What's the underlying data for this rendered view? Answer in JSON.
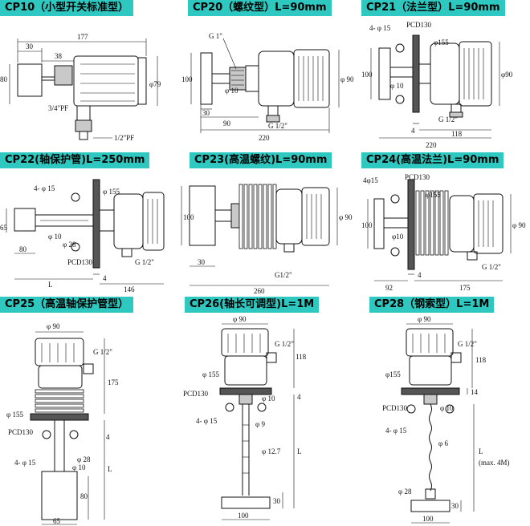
{
  "panels": [
    {
      "id": "cp10",
      "title": "CP10（小型开关标准型）",
      "dims": {
        "d177": "177",
        "d30": "30",
        "d38": "38",
        "d80": "80",
        "phi79": "φ79",
        "pf34": "3/4\"PF",
        "pf12": "1/2\"PF"
      }
    },
    {
      "id": "cp20",
      "title": "CP20（螺纹型）L=90mm",
      "dims": {
        "g1": "G 1\"",
        "phi10": "φ 10",
        "d100": "100",
        "phi90": "φ 90",
        "d30": "30",
        "d90": "90",
        "g12": "G 1/2\"",
        "d220": "220"
      }
    },
    {
      "id": "cp21",
      "title": "CP21（法兰型）L=90mm",
      "dims": {
        "hole": "4- φ 15",
        "pcd": "PCD130",
        "phi155": "φ155",
        "d100": "100",
        "phi10": "φ 10",
        "phi90": "φ90",
        "g12": "G 1/2\"",
        "d4": "4",
        "d118": "118",
        "d220": "220"
      }
    },
    {
      "id": "cp22",
      "title": "CP22(轴保护管)L=250mm",
      "dims": {
        "hole": "4- φ 15",
        "phi155": "φ 155",
        "d65": "65",
        "phi10": "φ 10",
        "phi28": "φ 28",
        "d80": "80",
        "pcd": "PCD130",
        "g12": "G 1/2\"",
        "dL": "L",
        "d4": "4",
        "d146": "146"
      }
    },
    {
      "id": "cp23",
      "title": "CP23(高温螺纹)L=90mm",
      "dims": {
        "d100": "100",
        "phi90": "φ 90",
        "d30": "30",
        "g12": "G1/2\"",
        "d260": "260"
      }
    },
    {
      "id": "cp24",
      "title": "CP24(高温法兰)L=90mm",
      "dims": {
        "hole": "4φ15",
        "pcd": "PCD130",
        "phi155": "φ155",
        "d100": "100",
        "phi10": "φ10",
        "phi90": "φ 90",
        "g12": "G 1/2\"",
        "d92": "92",
        "d4": "4",
        "d175": "175"
      }
    },
    {
      "id": "cp25",
      "title": "CP25（高温轴保护管型）",
      "dims": {
        "phi90": "φ 90",
        "g12": "G 1/2\"",
        "d175": "175",
        "phi155": "φ 155",
        "pcd": "PCD130",
        "d4": "4",
        "hole": "4- φ 15",
        "phi28": "φ 28",
        "phi10": "φ 10",
        "dL": "L",
        "d80": "80",
        "d65": "65"
      }
    },
    {
      "id": "cp26",
      "title": "CP26(轴长可调型)L=1M",
      "dims": {
        "phi90": "φ 90",
        "g12": "G 1/2\"",
        "d118": "118",
        "phi155": "φ 155",
        "pcd": "PCD130",
        "d4": "4",
        "phi10": "φ 10",
        "hole": "4- φ 15",
        "phi9": "φ 9",
        "phi127": "φ 12.7",
        "dL": "L",
        "d30": "30",
        "d100": "100"
      }
    },
    {
      "id": "cp28",
      "title": "CP28（钢索型）L=1M",
      "dims": {
        "phi90": "φ 90",
        "g12": "G 1/2\"",
        "d118": "118",
        "phi155": "φ155",
        "d14": "14",
        "pcd": "PCD130",
        "phi10": "φ 10",
        "hole": "4- φ 15",
        "phi6": "φ 6",
        "dL": "L",
        "max": "(max. 4M)",
        "phi28": "φ 28",
        "d30": "30",
        "d100": "100"
      }
    }
  ]
}
